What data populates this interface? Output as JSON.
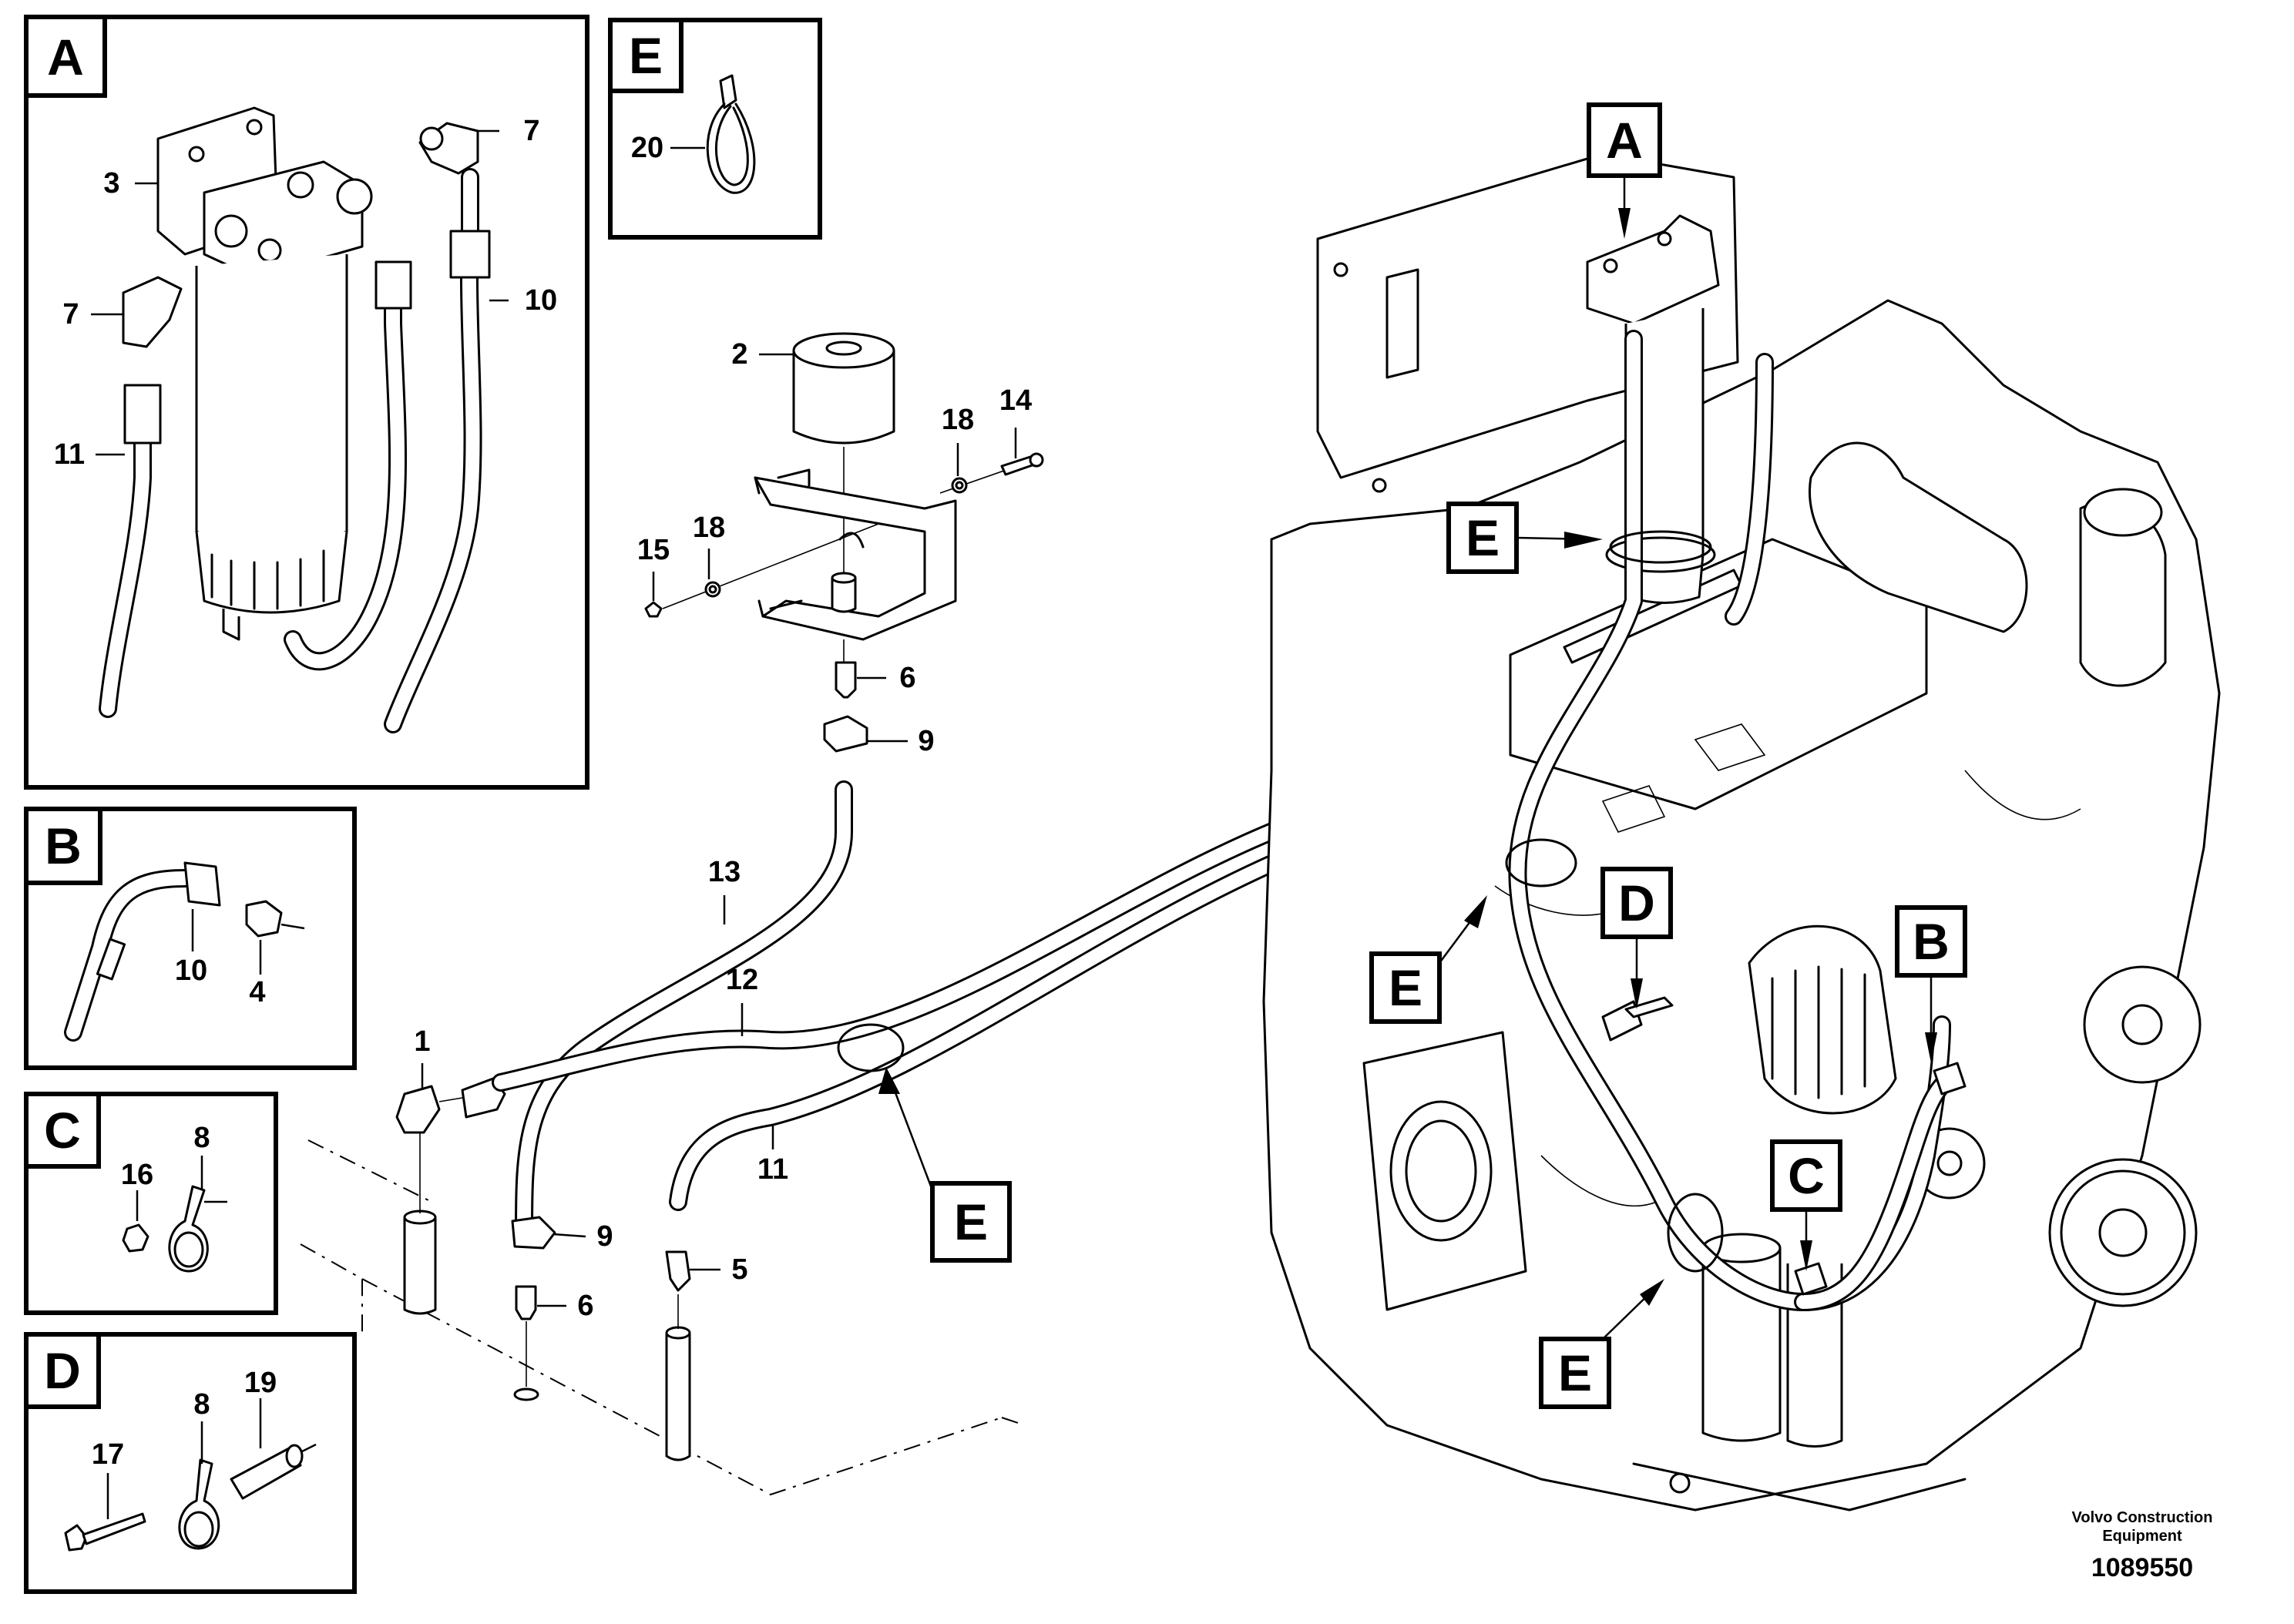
{
  "inset_frames": {
    "A": {
      "tag": "A"
    },
    "E": {
      "tag": "E"
    },
    "B": {
      "tag": "B"
    },
    "C": {
      "tag": "C"
    },
    "D": {
      "tag": "D"
    }
  },
  "main_tags": {
    "A": "A",
    "B": "B",
    "C": "C",
    "D": "D",
    "E1": "E",
    "E2": "E",
    "E3": "E",
    "E4": "E"
  },
  "part_numbers": {
    "inset_a": {
      "p3": "3",
      "p7_top": "7",
      "p7_left": "7",
      "p10": "10",
      "p11": "11"
    },
    "inset_e": {
      "p20": "20"
    },
    "inset_b": {
      "p10": "10",
      "p4": "4"
    },
    "inset_c": {
      "p16": "16",
      "p8": "8"
    },
    "inset_d": {
      "p17": "17",
      "p8": "8",
      "p19": "19"
    },
    "main": {
      "p2": "2",
      "p14": "14",
      "p18_top": "18",
      "p18_left": "18",
      "p15": "15",
      "p6_top": "6",
      "p9_top": "9",
      "p13": "13",
      "p12": "12",
      "p1": "1",
      "p11": "11",
      "p9_bottom": "9",
      "p6_bottom": "6",
      "p5": "5"
    }
  },
  "footer": {
    "brand_line1": "Volvo Construction",
    "brand_line2": "Equipment",
    "drawing_number": "1089550"
  }
}
